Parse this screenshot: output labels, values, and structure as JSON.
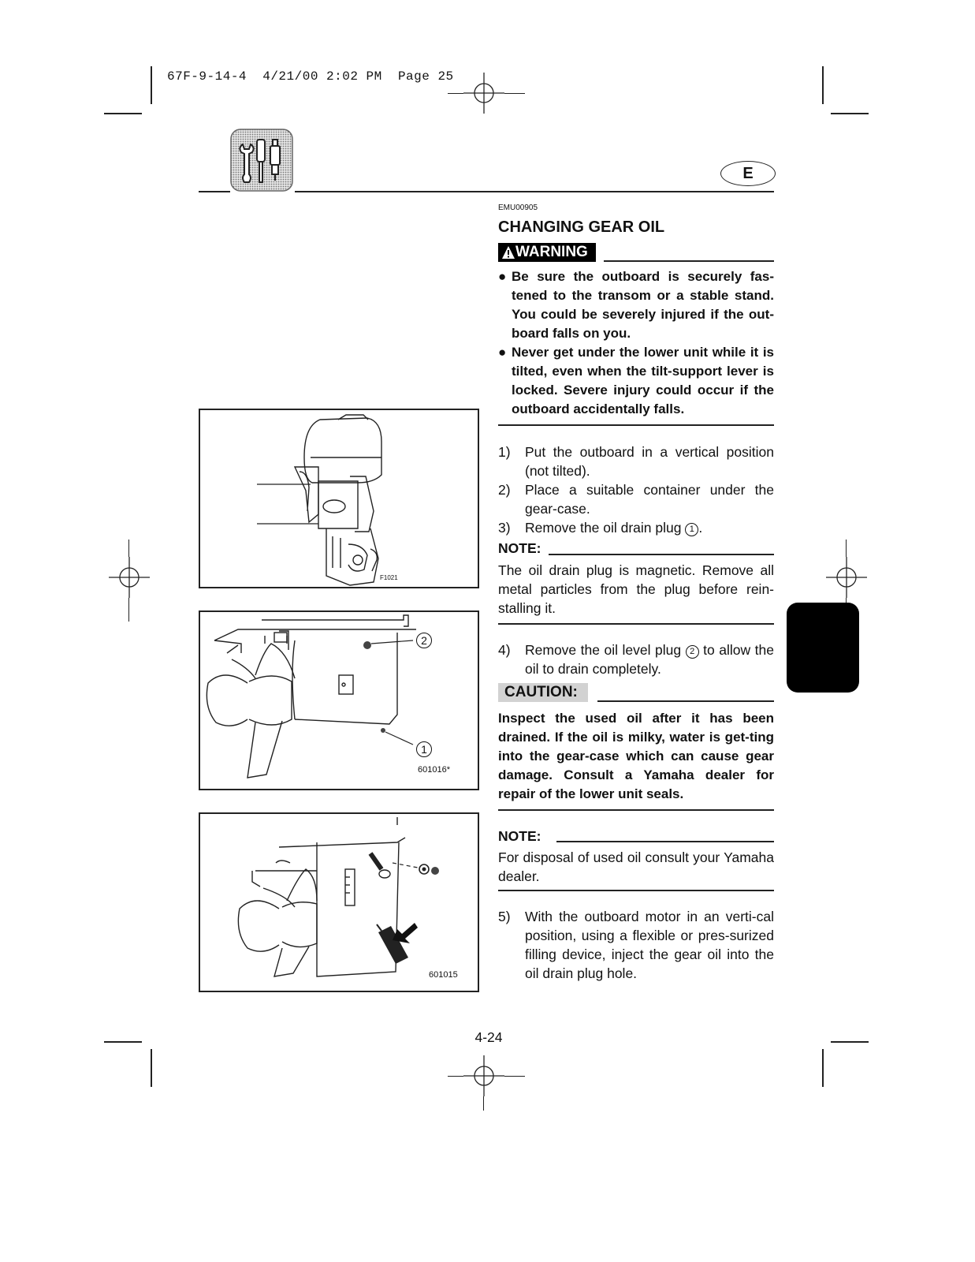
{
  "print_header": "67F-9-14-4  4/21/00 2:02 PM  Page 25",
  "section_icon": "tools-icon",
  "language_badge": "E",
  "doc_code": "EMU00905",
  "title": "CHANGING GEAR OIL",
  "warning": {
    "label": "WARNING",
    "bullets": [
      "Be sure the outboard is securely fas-tened to the transom or a stable stand. You could be severely injured if the out-board falls on you.",
      "Never get under the lower unit while it is tilted, even when the tilt-support lever is locked. Severe injury could occur if the outboard accidentally falls."
    ]
  },
  "steps_a": [
    {
      "num": "1)",
      "text": "Put the outboard in a vertical position (not tilted)."
    },
    {
      "num": "2)",
      "text": "Place a suitable container under the gear-case."
    }
  ],
  "step3": {
    "num": "3)",
    "text": "Remove the oil drain plug",
    "ref": "1",
    "end": "."
  },
  "note1": {
    "label": "NOTE:",
    "text": "The oil drain plug is magnetic. Remove all metal particles from the plug before rein-stalling it."
  },
  "step4": {
    "num": "4)",
    "pre": "Remove the oil level plug",
    "ref": "2",
    "post": "to allow the oil to drain completely."
  },
  "caution": {
    "label": "CAUTION:",
    "text": "Inspect the used oil after it has been drained. If the oil is milky, water is get-ting into the gear-case which can cause gear damage. Consult a Yamaha dealer for repair of the lower unit seals."
  },
  "note2": {
    "label": "NOTE:",
    "text": "For disposal of used oil consult your Yamaha dealer."
  },
  "step5": {
    "num": "5)",
    "text": "With the outboard motor in an verti-cal position, using a flexible or pres-surized filling device, inject the gear oil into the oil drain plug hole."
  },
  "figures": [
    {
      "code": "F1021"
    },
    {
      "code": "601016*",
      "callouts": [
        "2",
        "1"
      ]
    },
    {
      "code": "601015"
    }
  ],
  "page_number": "4-24",
  "side_tab_color": "#000000"
}
